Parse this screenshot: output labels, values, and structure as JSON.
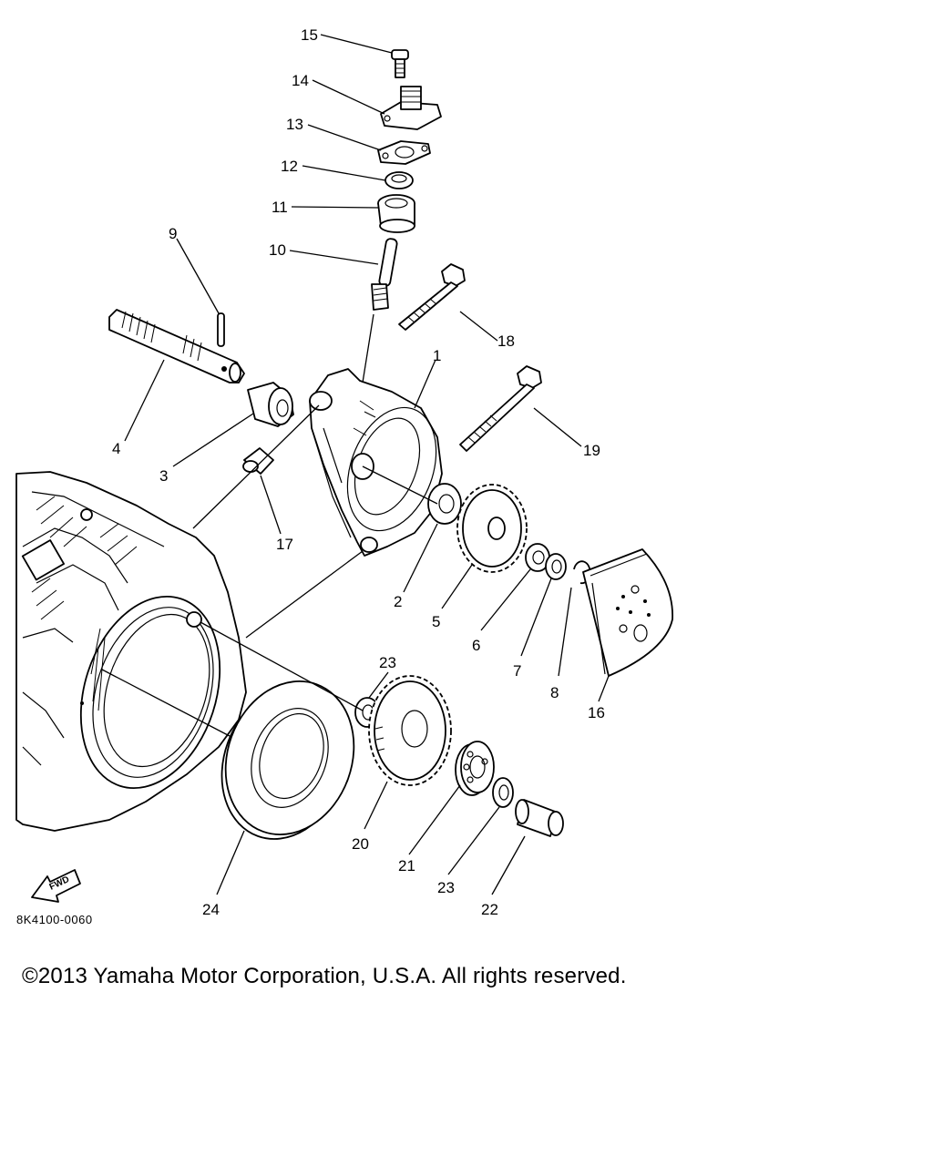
{
  "parts": [
    {
      "number": "1"
    },
    {
      "number": "2"
    },
    {
      "number": "3"
    },
    {
      "number": "4"
    },
    {
      "number": "5"
    },
    {
      "number": "6"
    },
    {
      "number": "7"
    },
    {
      "number": "8"
    },
    {
      "number": "9"
    },
    {
      "number": "10"
    },
    {
      "number": "11"
    },
    {
      "number": "12"
    },
    {
      "number": "13"
    },
    {
      "number": "14"
    },
    {
      "number": "15"
    },
    {
      "number": "16"
    },
    {
      "number": "17"
    },
    {
      "number": "18"
    },
    {
      "number": "19"
    },
    {
      "number": "20"
    },
    {
      "number": "21"
    },
    {
      "number": "22"
    },
    {
      "number": "23"
    },
    {
      "number": "23"
    },
    {
      "number": "24"
    }
  ],
  "fwd_label": "FWD",
  "diagram_code": "8K4100-0060",
  "copyright": "©2013 Yamaha Motor Corporation, U.S.A. All rights reserved."
}
